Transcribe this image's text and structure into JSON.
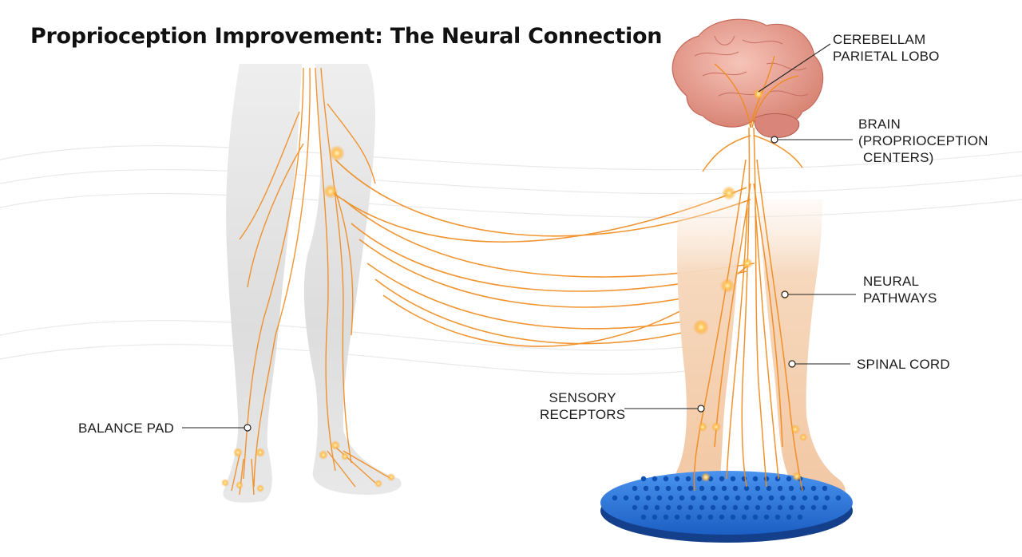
{
  "title": "Proprioception Improvement: The Neural Connection",
  "labels": {
    "cerebellum": [
      "CEREBELLAM",
      "PARIETAL LOBO"
    ],
    "brain": [
      "BRAIN",
      "(PROPRIOCEPTION",
      "CENTERS)"
    ],
    "neural_pathways": [
      "NEURAL",
      "PATHWAYS"
    ],
    "spinal_cord": [
      "SPINAL CORD"
    ],
    "sensory_receptors": [
      "SENSORY",
      "RECEPTORS"
    ],
    "balance_pad": [
      "BALANCE PAD"
    ]
  },
  "colors": {
    "nerve": "#f08a1c",
    "nerve_glow": "#ffc04d",
    "brain_tissue": "#eaa59a",
    "left_silhouette": "#e2e2e2",
    "skin": "#f5cfae",
    "balance_pad": "#1f6fd6"
  }
}
